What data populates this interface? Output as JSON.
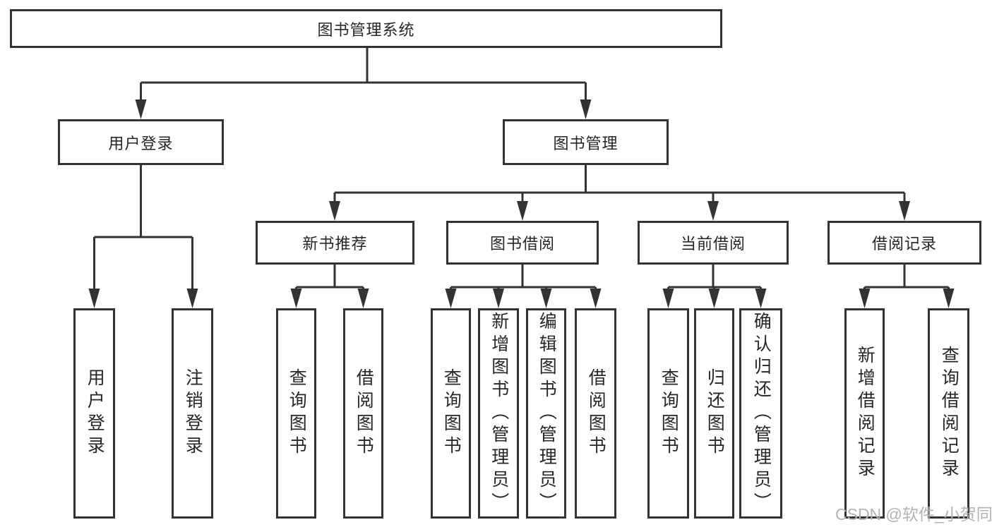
{
  "diagram": {
    "title": "图书管理系统",
    "colors": {
      "line": "#333333",
      "box_border": "#333333",
      "text": "#262626",
      "watermark": "#b3b3b3",
      "background": "#ffffff"
    },
    "nodes": {
      "root": "图书管理系统",
      "user_login": "用户登录",
      "book_mgmt": "图书管理",
      "new_books": "新书推荐",
      "book_borrow": "图书借阅",
      "current_borrow": "当前借阅",
      "borrow_records": "借阅记录"
    },
    "leaves": [
      {
        "label": "用户登录"
      },
      {
        "label": "注销登录"
      },
      {
        "label": "查询图书"
      },
      {
        "label": "借阅图书"
      },
      {
        "label": "查询图书"
      },
      {
        "label": "新增图书（管理员）"
      },
      {
        "label": "编辑图书（管理员）"
      },
      {
        "label": "借阅图书"
      },
      {
        "label": "查询图书"
      },
      {
        "label": "归还图书"
      },
      {
        "label": "确认归还（管理员）"
      },
      {
        "label": "新增借阅记录"
      },
      {
        "label": "查询借阅记录"
      }
    ],
    "watermark": "CSDN @软件_小贺同学"
  }
}
